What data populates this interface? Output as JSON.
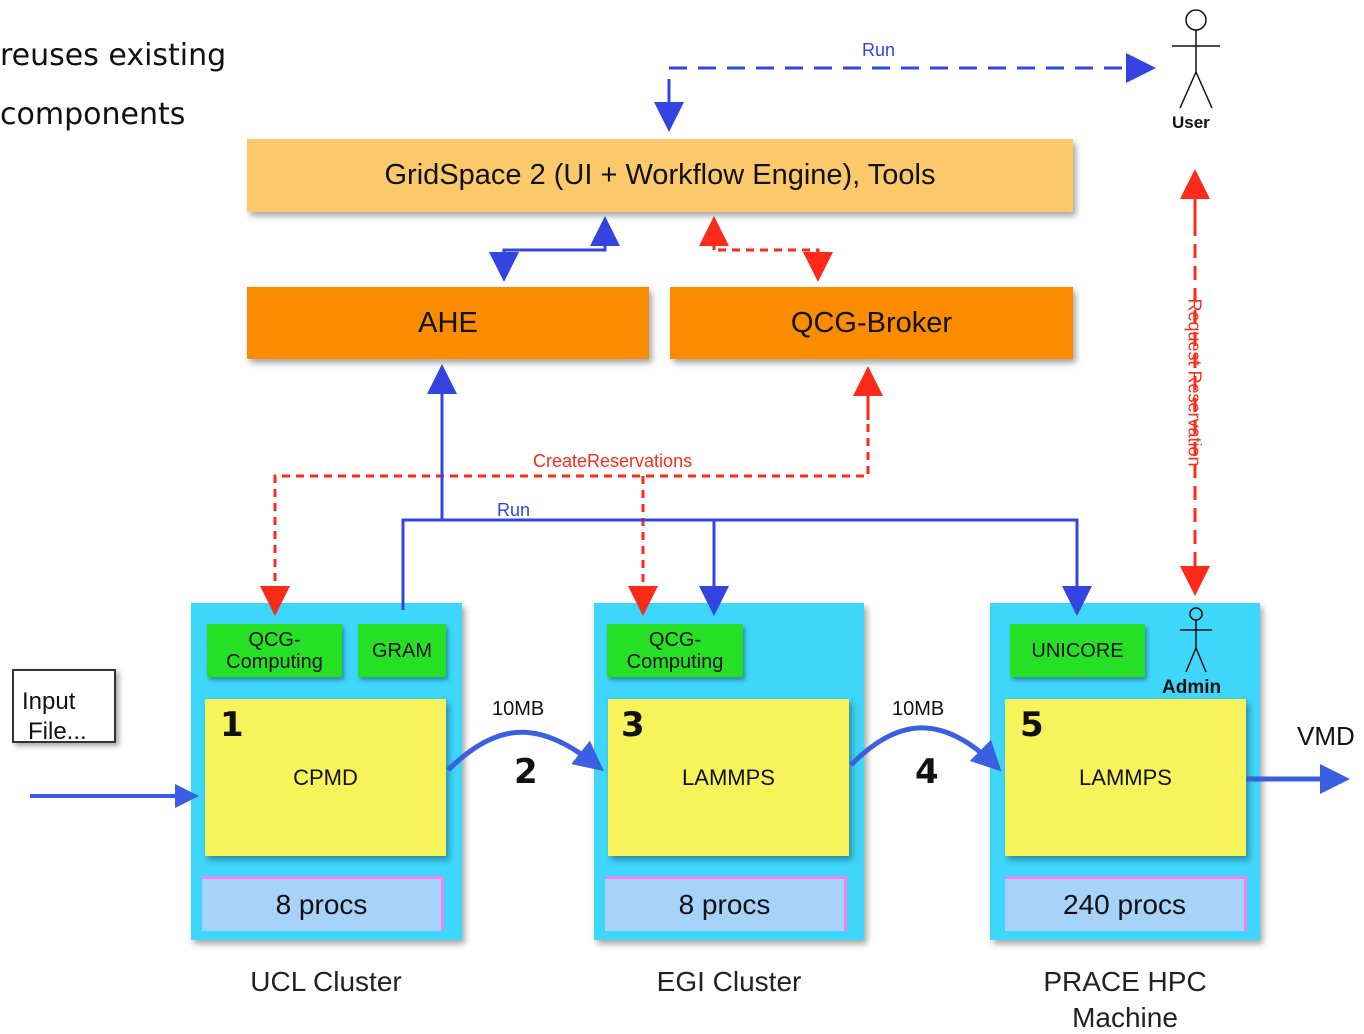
{
  "heading": {
    "line1": "reuses existing",
    "line2": "components"
  },
  "gridspace": {
    "label": "GridSpace 2 (UI + Workflow Engine), Tools"
  },
  "ahe": {
    "label": "AHE"
  },
  "qcg_broker": {
    "label": "QCG-Broker"
  },
  "user": {
    "label": "User"
  },
  "admin": {
    "label": "Admin"
  },
  "arrows": {
    "run_top": "Run",
    "run_mid": "Run",
    "create_reservations": "CreateReservations",
    "request_reservation": "Request Reservation",
    "transfer_1": "10MB",
    "transfer_2": "10MB",
    "output": "VMD"
  },
  "input": {
    "line1": "Input",
    "line2": "File..."
  },
  "clusters": [
    {
      "name": "UCL Cluster",
      "services": [
        {
          "line1": "QCG-",
          "line2": "Computing"
        },
        {
          "line1": "GRAM",
          "line2": ""
        }
      ],
      "step": "1",
      "app": "CPMD",
      "procs": "8 procs"
    },
    {
      "name": "EGI Cluster",
      "services": [
        {
          "line1": "QCG-",
          "line2": "Computing"
        }
      ],
      "step": "3",
      "app": "LAMMPS",
      "procs": "8 procs"
    },
    {
      "name_line1": "PRACE HPC",
      "name_line2": "Machine",
      "services": [
        {
          "line1": "UNICORE",
          "line2": ""
        }
      ],
      "step": "5",
      "app": "LAMMPS",
      "procs": "240 procs"
    }
  ],
  "transfer_steps": [
    "2",
    "4"
  ],
  "colors": {
    "blue_arrow": "#3344e0",
    "red_arrow": "#ff2a1a",
    "gridspace": "#fbc96a",
    "broker": "#fb8c00",
    "cluster": "#3fd6fb",
    "service": "#25e025",
    "app": "#f7f35a",
    "procs": "#a7d3fb"
  }
}
